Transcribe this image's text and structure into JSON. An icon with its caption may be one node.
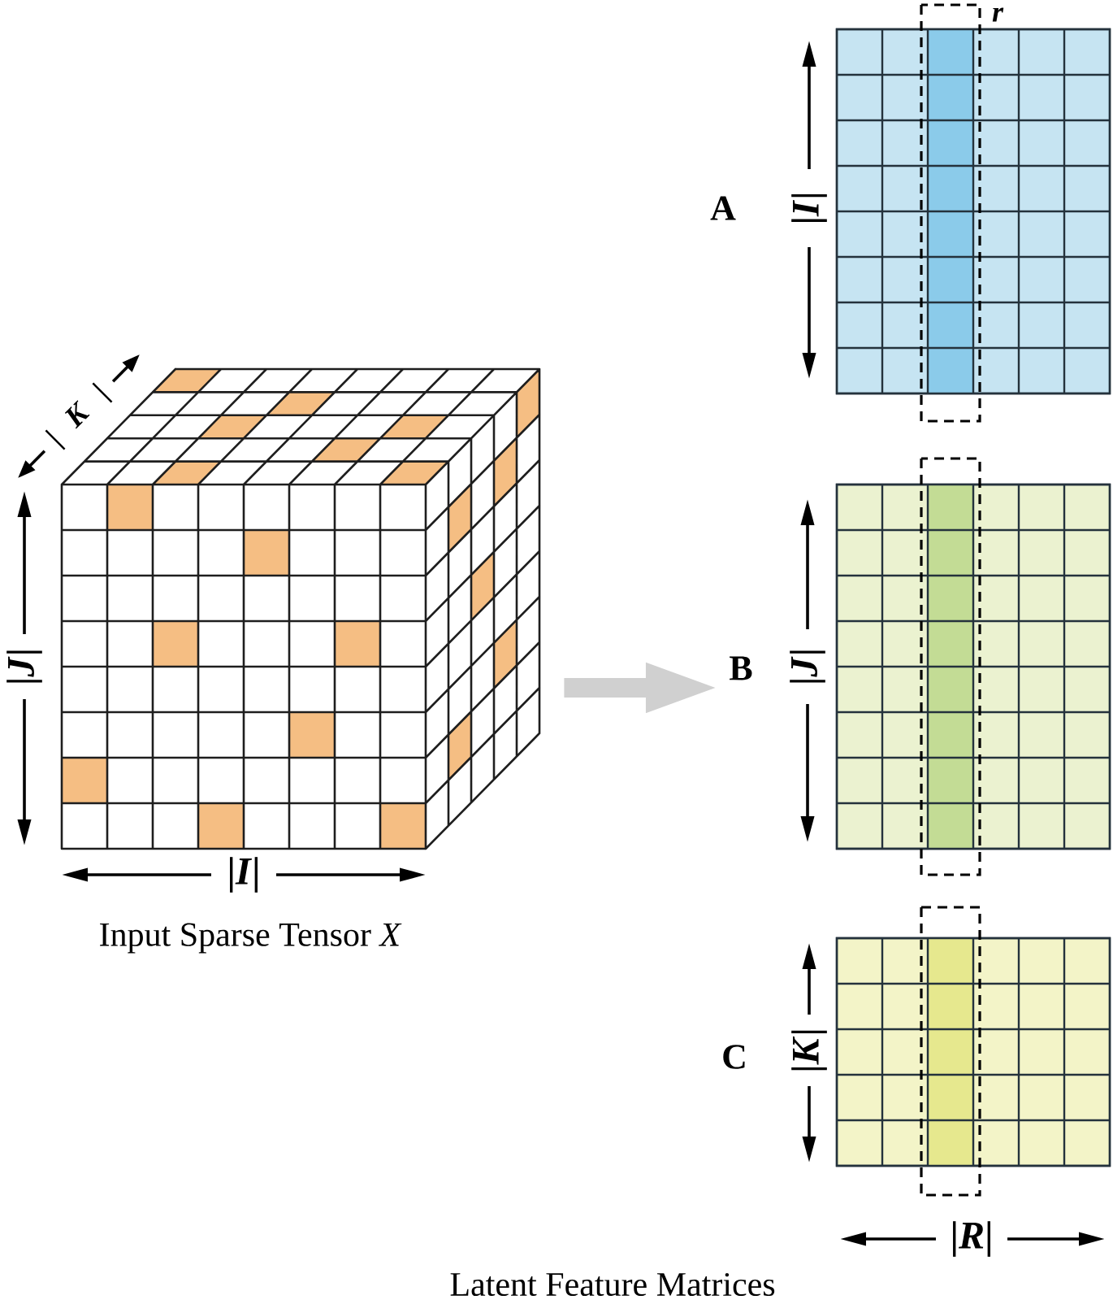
{
  "diagram": {
    "nodes": [
      {
        "text": [],
        "shape": "cube",
        "beside": [
          "Input Sparse Tensor *X*"
        ]
      },
      {
        "text": [
          "A"
        ]
      },
      {
        "text": [
          "B"
        ]
      },
      {
        "text": [
          "C"
        ]
      }
    ],
    "edges": [
      {
        "from": 0,
        "to": 2,
        "arrow": "to"
      }
    ],
    "labels": [
      "|*K*|",
      "|*J*|",
      "|*I*|",
      "r",
      "|*I*|",
      "|*J*|",
      "|*K*|",
      "|*R*|",
      "Latent Feature Matrices"
    ]
  }
}
